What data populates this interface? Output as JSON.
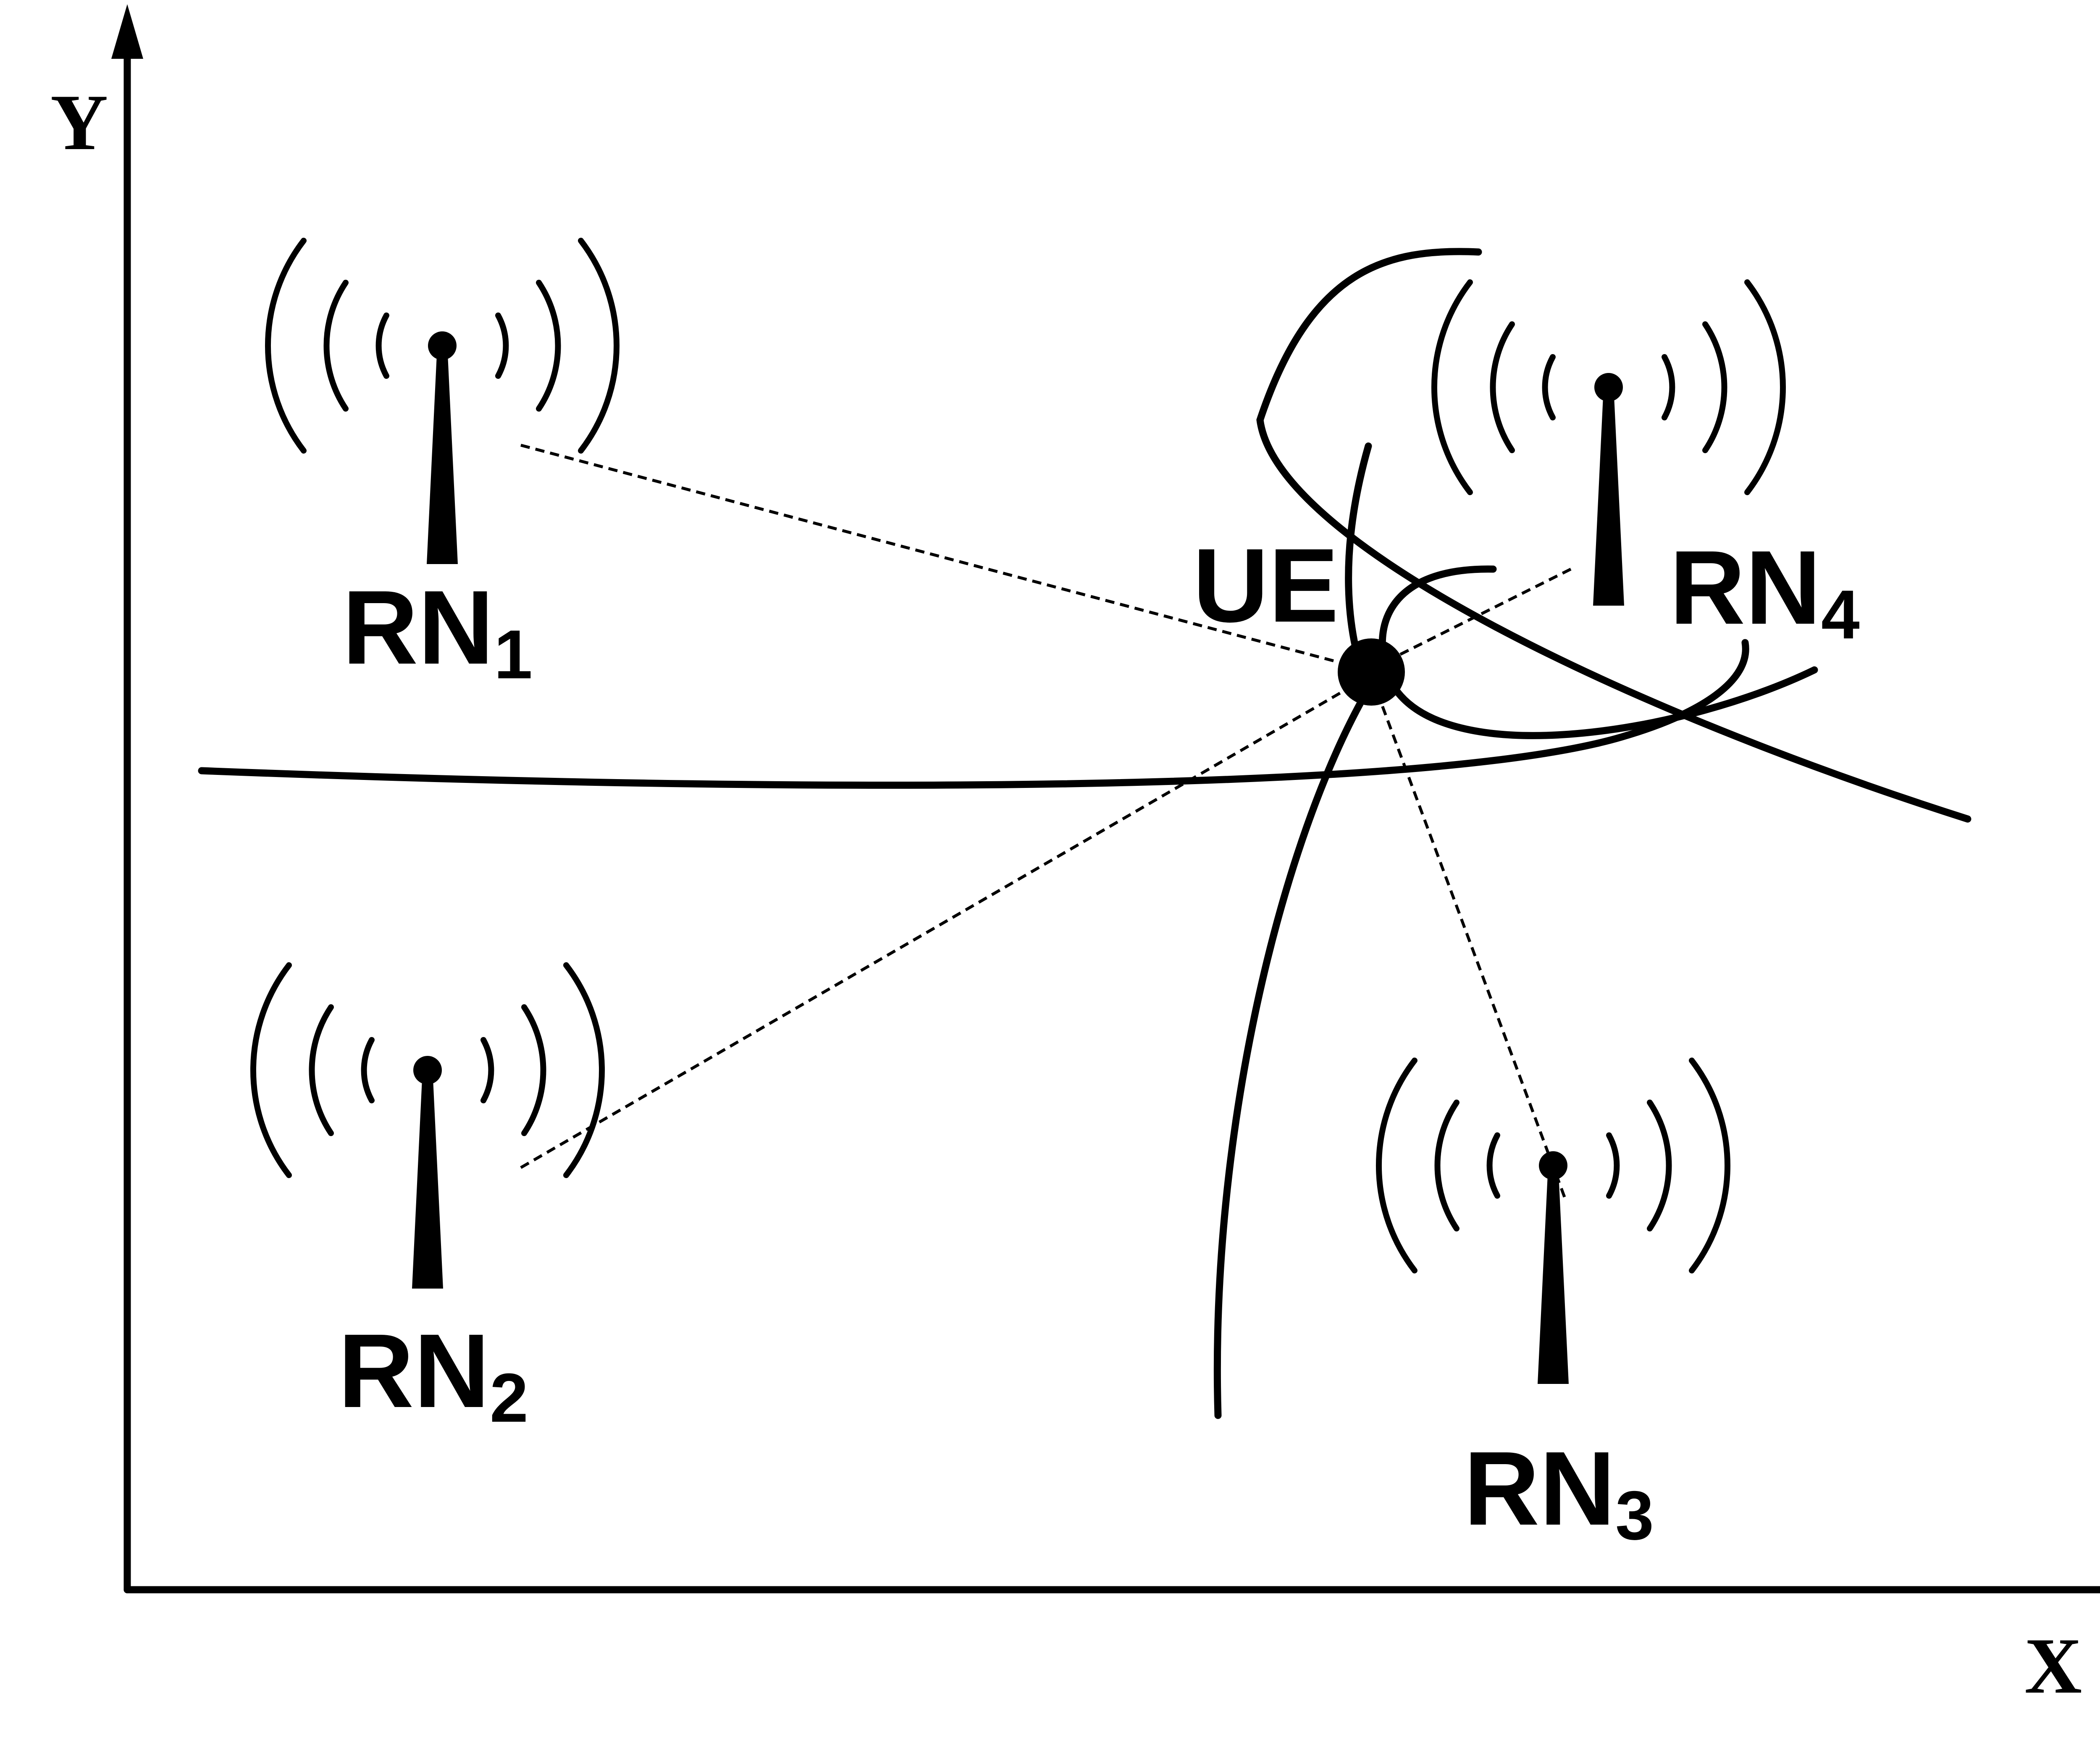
{
  "axes": {
    "x_label": "X",
    "y_label": "Y"
  },
  "target": {
    "label": "UE"
  },
  "nodes": [
    {
      "id": "rn1",
      "base": "RN",
      "sub": "1"
    },
    {
      "id": "rn2",
      "base": "RN",
      "sub": "2"
    },
    {
      "id": "rn3",
      "base": "RN",
      "sub": "3"
    },
    {
      "id": "rn4",
      "base": "RN",
      "sub": "4"
    }
  ],
  "colors": {
    "ink": "#000000",
    "background": "#ffffff"
  },
  "icons": {
    "node_icon": "radio-antenna-icon"
  }
}
